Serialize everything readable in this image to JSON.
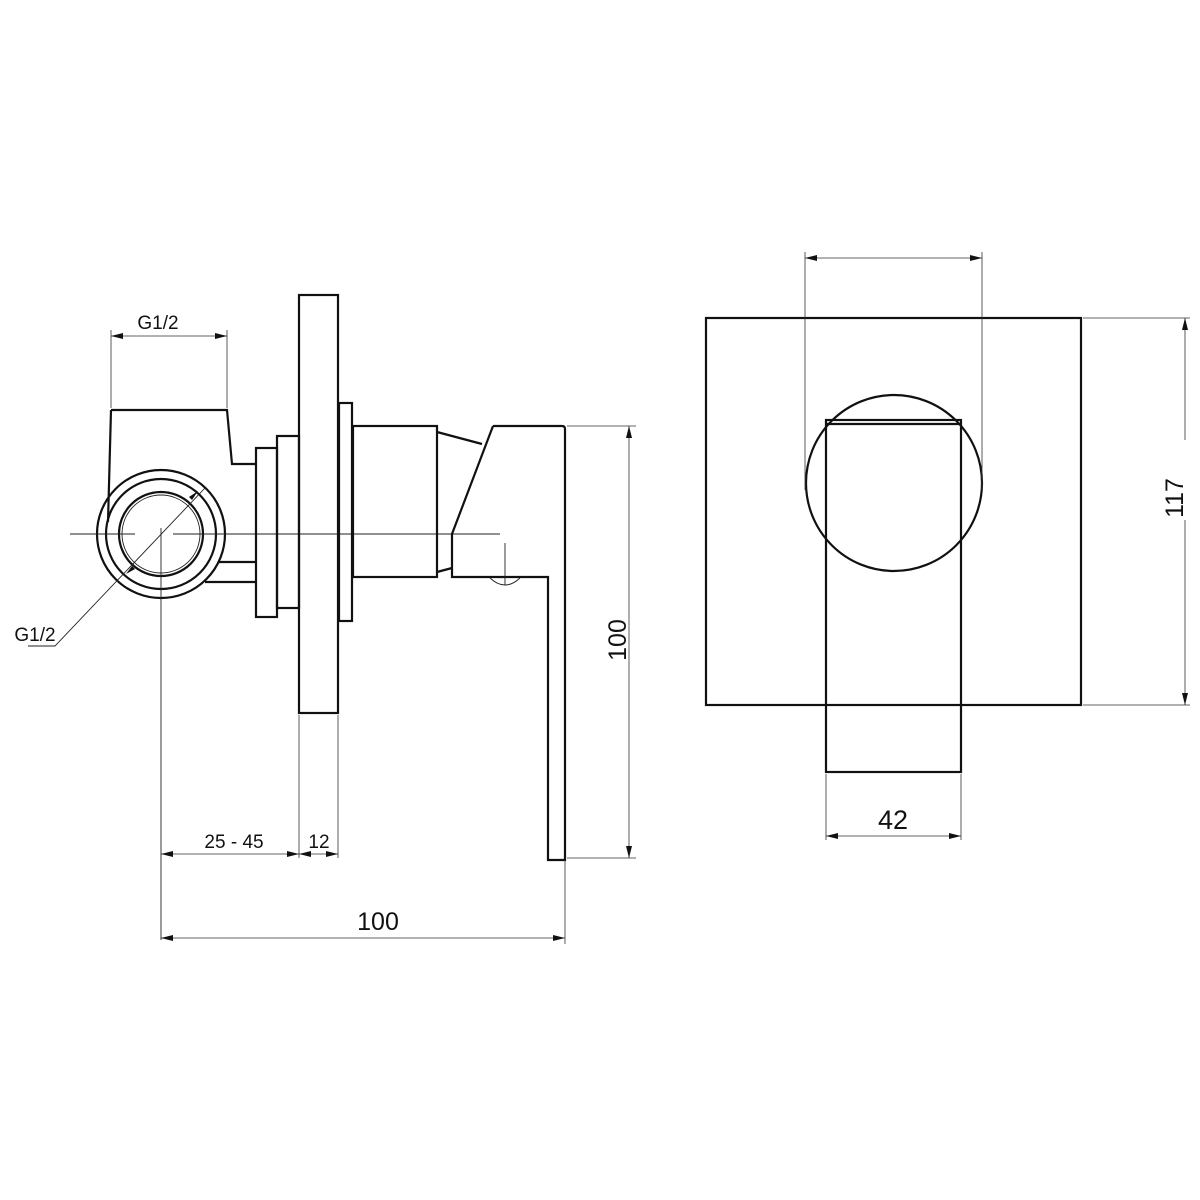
{
  "drawing": {
    "side_view": {
      "dims": {
        "inlet_width": "G1/2",
        "inlet_thread": "G1/2",
        "wall_depth": "25 - 45",
        "plate_thickness": "12",
        "total_depth": "100",
        "lever_height": "100"
      }
    },
    "front_view": {
      "dims": {
        "plate_height": "117",
        "lever_width": "42"
      }
    }
  }
}
